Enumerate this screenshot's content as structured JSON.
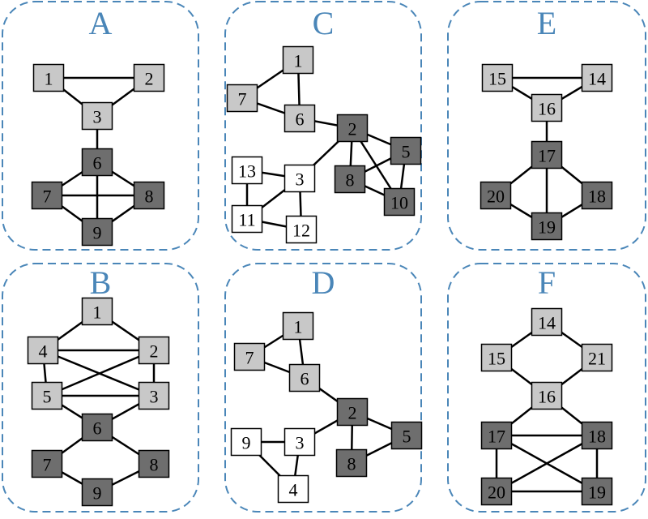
{
  "colors": {
    "frame": "#4a86b8",
    "node_light": "#c8c8c8",
    "node_dark": "#6e6e6e",
    "node_white": "#ffffff",
    "edge": "#000000"
  },
  "panels": [
    {
      "id": "A",
      "title": "A",
      "nodes": [
        {
          "id": "1",
          "label": "1",
          "shade": "light"
        },
        {
          "id": "2",
          "label": "2",
          "shade": "light"
        },
        {
          "id": "3",
          "label": "3",
          "shade": "light"
        },
        {
          "id": "6",
          "label": "6",
          "shade": "dark"
        },
        {
          "id": "7",
          "label": "7",
          "shade": "dark"
        },
        {
          "id": "8",
          "label": "8",
          "shade": "dark"
        },
        {
          "id": "9",
          "label": "9",
          "shade": "dark"
        }
      ],
      "edges": [
        [
          "1",
          "2"
        ],
        [
          "1",
          "3"
        ],
        [
          "2",
          "3"
        ],
        [
          "3",
          "6"
        ],
        [
          "6",
          "7"
        ],
        [
          "6",
          "8"
        ],
        [
          "6",
          "9"
        ],
        [
          "7",
          "8"
        ],
        [
          "7",
          "9"
        ],
        [
          "8",
          "9"
        ]
      ]
    },
    {
      "id": "B",
      "title": "B",
      "nodes": [
        {
          "id": "1",
          "label": "1",
          "shade": "light"
        },
        {
          "id": "4",
          "label": "4",
          "shade": "light"
        },
        {
          "id": "2",
          "label": "2",
          "shade": "light"
        },
        {
          "id": "5",
          "label": "5",
          "shade": "light"
        },
        {
          "id": "3",
          "label": "3",
          "shade": "light"
        },
        {
          "id": "6",
          "label": "6",
          "shade": "dark"
        },
        {
          "id": "7",
          "label": "7",
          "shade": "dark"
        },
        {
          "id": "8",
          "label": "8",
          "shade": "dark"
        },
        {
          "id": "9",
          "label": "9",
          "shade": "dark"
        }
      ],
      "edges": [
        [
          "1",
          "4"
        ],
        [
          "1",
          "2"
        ],
        [
          "4",
          "2"
        ],
        [
          "4",
          "5"
        ],
        [
          "2",
          "3"
        ],
        [
          "4",
          "3"
        ],
        [
          "2",
          "5"
        ],
        [
          "5",
          "3"
        ],
        [
          "5",
          "6"
        ],
        [
          "3",
          "6"
        ],
        [
          "6",
          "7"
        ],
        [
          "6",
          "8"
        ],
        [
          "7",
          "9"
        ],
        [
          "8",
          "9"
        ]
      ]
    },
    {
      "id": "C",
      "title": "C",
      "nodes": [
        {
          "id": "1",
          "label": "1",
          "shade": "light"
        },
        {
          "id": "7",
          "label": "7",
          "shade": "light"
        },
        {
          "id": "6",
          "label": "6",
          "shade": "light"
        },
        {
          "id": "2",
          "label": "2",
          "shade": "dark"
        },
        {
          "id": "5",
          "label": "5",
          "shade": "dark"
        },
        {
          "id": "8",
          "label": "8",
          "shade": "dark"
        },
        {
          "id": "10",
          "label": "10",
          "shade": "dark"
        },
        {
          "id": "13",
          "label": "13",
          "shade": "white"
        },
        {
          "id": "3",
          "label": "3",
          "shade": "white"
        },
        {
          "id": "11",
          "label": "11",
          "shade": "white"
        },
        {
          "id": "12",
          "label": "12",
          "shade": "white"
        }
      ],
      "edges": [
        [
          "1",
          "7"
        ],
        [
          "1",
          "6"
        ],
        [
          "7",
          "6"
        ],
        [
          "6",
          "2"
        ],
        [
          "2",
          "3"
        ],
        [
          "2",
          "5"
        ],
        [
          "2",
          "8"
        ],
        [
          "2",
          "10"
        ],
        [
          "5",
          "8"
        ],
        [
          "5",
          "10"
        ],
        [
          "8",
          "10"
        ],
        [
          "13",
          "3"
        ],
        [
          "13",
          "11"
        ],
        [
          "3",
          "11"
        ],
        [
          "3",
          "12"
        ],
        [
          "11",
          "12"
        ]
      ]
    },
    {
      "id": "D",
      "title": "D",
      "nodes": [
        {
          "id": "1",
          "label": "1",
          "shade": "light"
        },
        {
          "id": "7",
          "label": "7",
          "shade": "light"
        },
        {
          "id": "6",
          "label": "6",
          "shade": "light"
        },
        {
          "id": "2",
          "label": "2",
          "shade": "dark"
        },
        {
          "id": "5",
          "label": "5",
          "shade": "dark"
        },
        {
          "id": "8",
          "label": "8",
          "shade": "dark"
        },
        {
          "id": "9",
          "label": "9",
          "shade": "white"
        },
        {
          "id": "3",
          "label": "3",
          "shade": "white"
        },
        {
          "id": "4",
          "label": "4",
          "shade": "white"
        }
      ],
      "edges": [
        [
          "1",
          "7"
        ],
        [
          "1",
          "6"
        ],
        [
          "7",
          "6"
        ],
        [
          "6",
          "2"
        ],
        [
          "2",
          "3"
        ],
        [
          "2",
          "5"
        ],
        [
          "2",
          "8"
        ],
        [
          "8",
          "5"
        ],
        [
          "9",
          "3"
        ],
        [
          "9",
          "4"
        ],
        [
          "3",
          "4"
        ]
      ]
    },
    {
      "id": "E",
      "title": "E",
      "nodes": [
        {
          "id": "15",
          "label": "15",
          "shade": "light"
        },
        {
          "id": "14",
          "label": "14",
          "shade": "light"
        },
        {
          "id": "16",
          "label": "16",
          "shade": "light"
        },
        {
          "id": "17",
          "label": "17",
          "shade": "dark"
        },
        {
          "id": "20",
          "label": "20",
          "shade": "dark"
        },
        {
          "id": "18",
          "label": "18",
          "shade": "dark"
        },
        {
          "id": "19",
          "label": "19",
          "shade": "dark"
        }
      ],
      "edges": [
        [
          "15",
          "14"
        ],
        [
          "15",
          "16"
        ],
        [
          "14",
          "16"
        ],
        [
          "16",
          "17"
        ],
        [
          "17",
          "20"
        ],
        [
          "17",
          "18"
        ],
        [
          "17",
          "19"
        ],
        [
          "20",
          "19"
        ],
        [
          "18",
          "19"
        ]
      ]
    },
    {
      "id": "F",
      "title": "F",
      "nodes": [
        {
          "id": "14",
          "label": "14",
          "shade": "light"
        },
        {
          "id": "15",
          "label": "15",
          "shade": "light"
        },
        {
          "id": "21",
          "label": "21",
          "shade": "light"
        },
        {
          "id": "16",
          "label": "16",
          "shade": "light"
        },
        {
          "id": "17",
          "label": "17",
          "shade": "dark"
        },
        {
          "id": "18",
          "label": "18",
          "shade": "dark"
        },
        {
          "id": "20",
          "label": "20",
          "shade": "dark"
        },
        {
          "id": "19",
          "label": "19",
          "shade": "dark"
        }
      ],
      "edges": [
        [
          "14",
          "15"
        ],
        [
          "14",
          "21"
        ],
        [
          "15",
          "16"
        ],
        [
          "21",
          "16"
        ],
        [
          "16",
          "17"
        ],
        [
          "16",
          "18"
        ],
        [
          "17",
          "18"
        ],
        [
          "17",
          "20"
        ],
        [
          "17",
          "19"
        ],
        [
          "18",
          "20"
        ],
        [
          "18",
          "19"
        ],
        [
          "20",
          "19"
        ]
      ]
    }
  ]
}
